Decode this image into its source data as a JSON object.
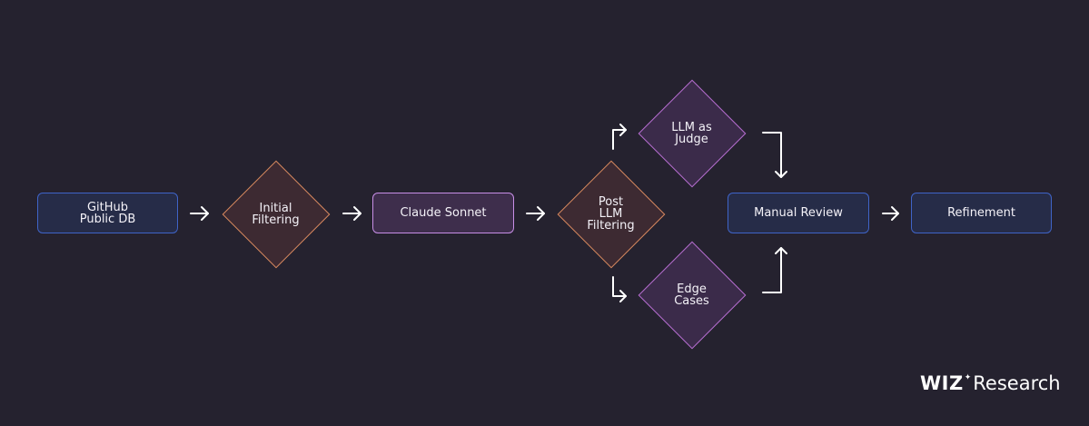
{
  "diagram": {
    "nodes": {
      "github": "GitHub\nPublic DB",
      "initial_filtering": "Initial\nFiltering",
      "claude_sonnet": "Claude Sonnet",
      "post_llm_filtering": "Post\nLLM\nFiltering",
      "llm_as_judge": "LLM as\nJudge",
      "edge_cases": "Edge\nCases",
      "manual_review": "Manual Review",
      "refinement": "Refinement"
    },
    "colors": {
      "background": "#25222f",
      "blue_border": "#3f64c8",
      "purple_border": "#c78ee6",
      "orange_border": "#d98a5f",
      "violet_border": "#b86fd2",
      "arrow": "#ffffff"
    }
  },
  "logo": {
    "brand": "WIZ",
    "suffix": "Research",
    "mark": "✦"
  }
}
